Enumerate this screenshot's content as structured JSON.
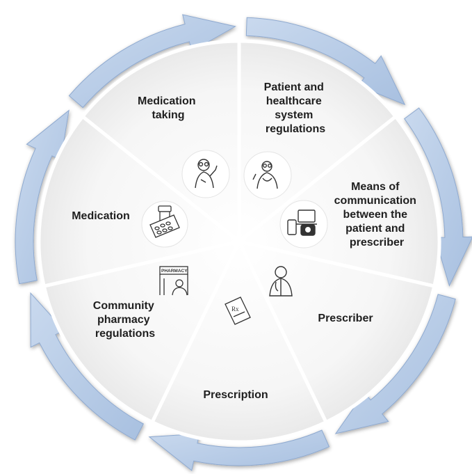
{
  "diagram": {
    "segments": [
      {
        "id": "medication-taking",
        "label_lines": [
          "Medication",
          "taking"
        ],
        "icon": "elderly-person-icon"
      },
      {
        "id": "regulations",
        "label_lines": [
          "Patient and",
          "healthcare",
          "system",
          "regulations"
        ],
        "icon": "doctor-patient-icon"
      },
      {
        "id": "communication",
        "label_lines": [
          "Means of",
          "communication",
          "between the",
          "patient and",
          "prescriber"
        ],
        "icon": "devices-icon"
      },
      {
        "id": "prescriber",
        "label_lines": [
          "Prescriber"
        ],
        "icon": "physician-icon"
      },
      {
        "id": "prescription",
        "label_lines": [
          "Prescription"
        ],
        "icon": "prescription-paper-icon"
      },
      {
        "id": "pharmacy",
        "label_lines": [
          "Community",
          "pharmacy",
          "regulations"
        ],
        "icon": "pharmacy-icon",
        "icon_text": "PHARMACY"
      },
      {
        "id": "medication",
        "label_lines": [
          "Medication"
        ],
        "icon": "pill-bottle-icon"
      }
    ],
    "colors": {
      "arrow_fill": "#b6cbe6",
      "arrow_stroke": "#8ea9cf",
      "segment_fill": "#f7f7f7",
      "segment_edge": "#ffffff",
      "text": "#1f1f1f"
    }
  }
}
